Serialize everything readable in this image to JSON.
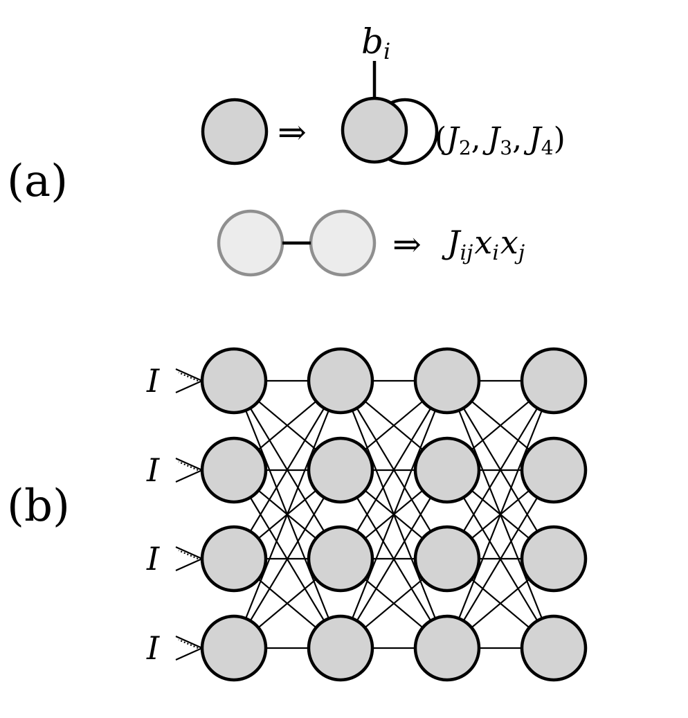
{
  "panel_a": {
    "label": "(a)",
    "bias_symbol": "b",
    "bias_subscript": "i",
    "arrow_glyph": "⇒",
    "couplings_open": "(",
    "couplings": [
      {
        "symbol": "J",
        "subscript": "2"
      },
      {
        "symbol": "J",
        "subscript": "3"
      },
      {
        "symbol": "J",
        "subscript": "4"
      }
    ],
    "separator": ",",
    "couplings_close": ")",
    "pair_term": {
      "J": "J",
      "J_sub": "ij",
      "x1": "x",
      "x1_sub": "i",
      "x2": "x",
      "x2_sub": "j"
    }
  },
  "panel_b": {
    "label": "(b)",
    "input_symbol": "I",
    "columns": 4,
    "rows": 4
  },
  "colors": {
    "node_fill": "#d3d3d3",
    "light_node_fill": "#ececec",
    "light_node_stroke": "#8f8f8f",
    "stroke": "#000000"
  }
}
